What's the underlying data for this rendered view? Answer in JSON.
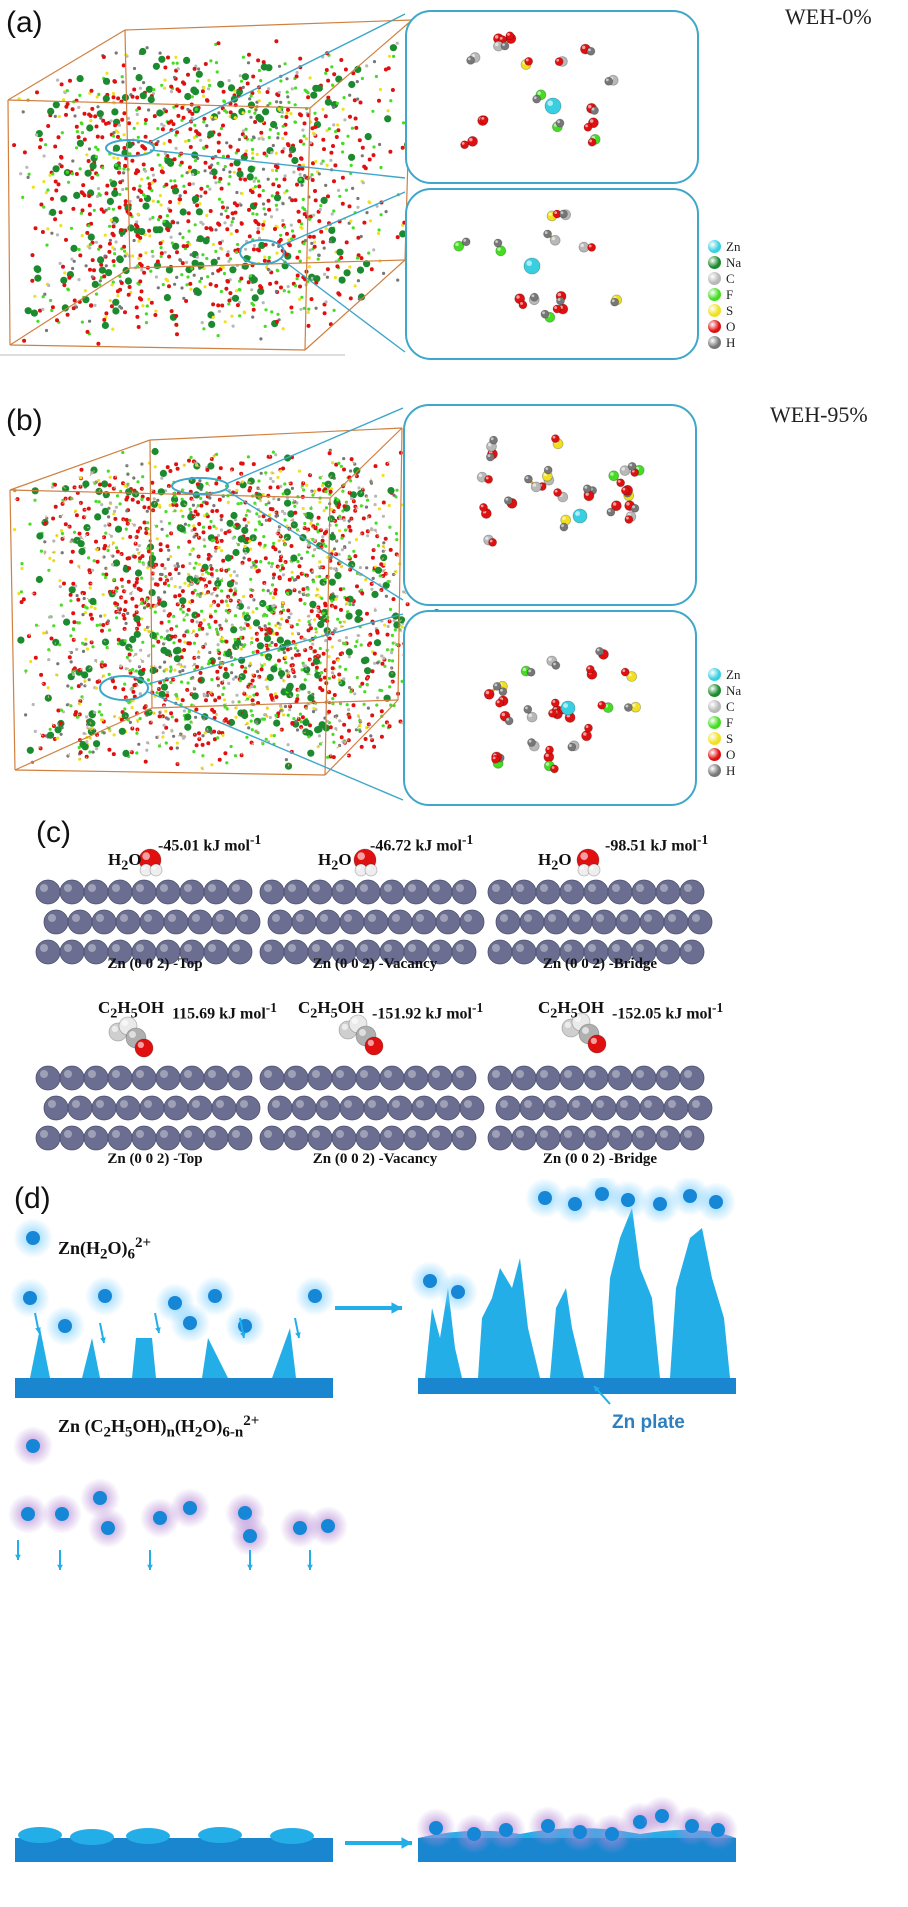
{
  "panels": {
    "a": {
      "label": "(a)",
      "title": "WEH-0%"
    },
    "b": {
      "label": "(b)",
      "title": "WEH-95%"
    },
    "c": {
      "label": "(c)"
    },
    "d": {
      "label": "(d)"
    }
  },
  "legend": [
    {
      "element": "Zn",
      "color": "#38d0e0"
    },
    {
      "element": "Na",
      "color": "#1c8a2e"
    },
    {
      "element": "C",
      "color": "#b8b8b8"
    },
    {
      "element": "F",
      "color": "#44dd22"
    },
    {
      "element": "S",
      "color": "#f0e020"
    },
    {
      "element": "O",
      "color": "#e01010"
    },
    {
      "element": "H",
      "color": "#777777"
    }
  ],
  "adsorption": [
    {
      "molecule": "H2O",
      "energy": "-45.01 kJ mol",
      "site": "Zn (0 0 2) -Top"
    },
    {
      "molecule": "H2O",
      "energy": "-46.72 kJ mol",
      "site": "Zn (0 0 2) -Vacancy"
    },
    {
      "molecule": "H2O",
      "energy": "-98.51 kJ mol",
      "site": "Zn (0 0 2) -Bridge"
    },
    {
      "molecule": "C2H5OH",
      "energy": "115.69 kJ mol",
      "site": "Zn (0 0 2) -Top"
    },
    {
      "molecule": "C2H5OH",
      "energy": "-151.92  kJ mol",
      "site": "Zn (0 0 2) -Vacancy"
    },
    {
      "molecule": "C2H5OH",
      "energy": "-152.05  kJ mol",
      "site": "Zn (0 0 2) -Bridge"
    }
  ],
  "energy_unit_sup": "-1",
  "scheme": {
    "top_species": "Zn(H2O)6 2+",
    "bottom_species": "Zn (C2H5OH)n(H2O)6-n 2+",
    "plate_label": "Zn plate"
  },
  "colors": {
    "zn_surface": "#6b6e90",
    "water_ion_glow": "#7fd0ff",
    "ethanol_ion_glow": "#b48ad6",
    "plate": "#1a86d0",
    "dendrite": "#23aee8",
    "callout": "#3fa7c9",
    "box": "#d08040"
  }
}
